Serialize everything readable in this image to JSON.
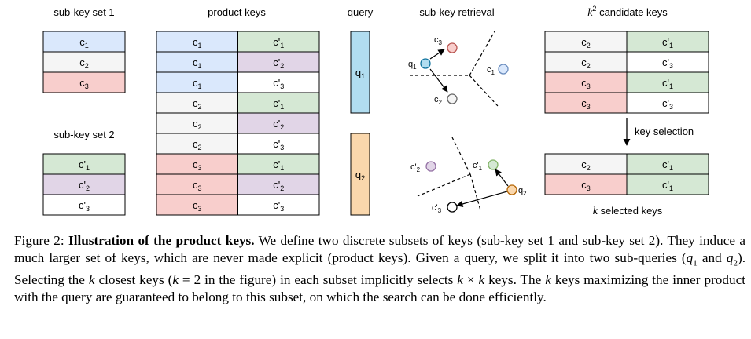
{
  "colors": {
    "blue": "#dae8fc",
    "grey": "#f5f5f5",
    "red": "#f8cecc",
    "green": "#d5e8d4",
    "purple": "#e1d5e7",
    "white": "#ffffff",
    "query1": "#b1ddf0",
    "query2": "#fad7ac",
    "c1_node": "#dae8fc",
    "c1_stroke": "#6c8ebf",
    "c3_node": "#f8cecc",
    "c3_stroke": "#b85450",
    "q1_node": "#b1ddf0",
    "q1_stroke": "#10739e",
    "q2_node": "#fad7ac",
    "q2_stroke": "#b46504",
    "c1p_node": "#d5e8d4",
    "c1p_stroke": "#82b366",
    "c2p_node": "#e1d5e7",
    "c2p_stroke": "#9673a6"
  },
  "headers": {
    "subkey_set_1": "sub-key set 1",
    "product_keys": "product keys",
    "query": "query",
    "subkey_retrieval": "sub-key retrieval",
    "candidate_keys": "candidate keys",
    "subkey_set_2": "sub-key set 2",
    "key_selection": "key selection",
    "selected_keys": "selected keys",
    "k": "k",
    "k2_base": "k",
    "k2_exp": "2"
  },
  "subkey_set_1": [
    {
      "label": "c",
      "sub": "1",
      "prime": "",
      "color": "blue"
    },
    {
      "label": "c",
      "sub": "2",
      "prime": "",
      "color": "grey"
    },
    {
      "label": "c",
      "sub": "3",
      "prime": "",
      "color": "red"
    }
  ],
  "subkey_set_2": [
    {
      "label": "c",
      "sub": "1",
      "prime": "'",
      "color": "green"
    },
    {
      "label": "c",
      "sub": "2",
      "prime": "'",
      "color": "purple"
    },
    {
      "label": "c",
      "sub": "3",
      "prime": "'",
      "color": "white"
    }
  ],
  "product_keys": [
    [
      {
        "label": "c",
        "sub": "1",
        "prime": "",
        "color": "blue"
      },
      {
        "label": "c",
        "sub": "1",
        "prime": "'",
        "color": "green"
      }
    ],
    [
      {
        "label": "c",
        "sub": "1",
        "prime": "",
        "color": "blue"
      },
      {
        "label": "c",
        "sub": "2",
        "prime": "'",
        "color": "purple"
      }
    ],
    [
      {
        "label": "c",
        "sub": "1",
        "prime": "",
        "color": "blue"
      },
      {
        "label": "c",
        "sub": "3",
        "prime": "'",
        "color": "white"
      }
    ],
    [
      {
        "label": "c",
        "sub": "2",
        "prime": "",
        "color": "grey"
      },
      {
        "label": "c",
        "sub": "1",
        "prime": "'",
        "color": "green"
      }
    ],
    [
      {
        "label": "c",
        "sub": "2",
        "prime": "",
        "color": "grey"
      },
      {
        "label": "c",
        "sub": "2",
        "prime": "'",
        "color": "purple"
      }
    ],
    [
      {
        "label": "c",
        "sub": "2",
        "prime": "",
        "color": "grey"
      },
      {
        "label": "c",
        "sub": "3",
        "prime": "'",
        "color": "white"
      }
    ],
    [
      {
        "label": "c",
        "sub": "3",
        "prime": "",
        "color": "red"
      },
      {
        "label": "c",
        "sub": "1",
        "prime": "'",
        "color": "green"
      }
    ],
    [
      {
        "label": "c",
        "sub": "3",
        "prime": "",
        "color": "red"
      },
      {
        "label": "c",
        "sub": "2",
        "prime": "'",
        "color": "purple"
      }
    ],
    [
      {
        "label": "c",
        "sub": "3",
        "prime": "",
        "color": "red"
      },
      {
        "label": "c",
        "sub": "3",
        "prime": "'",
        "color": "white"
      }
    ]
  ],
  "queries": [
    {
      "label": "q",
      "sub": "1",
      "color": "query1"
    },
    {
      "label": "q",
      "sub": "2",
      "color": "query2"
    }
  ],
  "candidate_keys": [
    [
      {
        "label": "c",
        "sub": "2",
        "prime": "",
        "color": "grey"
      },
      {
        "label": "c",
        "sub": "1",
        "prime": "'",
        "color": "green"
      }
    ],
    [
      {
        "label": "c",
        "sub": "2",
        "prime": "",
        "color": "grey"
      },
      {
        "label": "c",
        "sub": "3",
        "prime": "'",
        "color": "white"
      }
    ],
    [
      {
        "label": "c",
        "sub": "3",
        "prime": "",
        "color": "red"
      },
      {
        "label": "c",
        "sub": "1",
        "prime": "'",
        "color": "green"
      }
    ],
    [
      {
        "label": "c",
        "sub": "3",
        "prime": "",
        "color": "red"
      },
      {
        "label": "c",
        "sub": "3",
        "prime": "'",
        "color": "white"
      }
    ]
  ],
  "selected_keys": [
    [
      {
        "label": "c",
        "sub": "2",
        "prime": "",
        "color": "grey"
      },
      {
        "label": "c",
        "sub": "1",
        "prime": "'",
        "color": "green"
      }
    ],
    [
      {
        "label": "c",
        "sub": "3",
        "prime": "",
        "color": "red"
      },
      {
        "label": "c",
        "sub": "1",
        "prime": "'",
        "color": "green"
      }
    ]
  ],
  "retrieval_1": {
    "c3": {
      "label": "c",
      "sub": "3",
      "prime": ""
    },
    "q1": {
      "label": "q",
      "sub": "1",
      "prime": ""
    },
    "c2": {
      "label": "c",
      "sub": "2",
      "prime": ""
    },
    "c1": {
      "label": "c",
      "sub": "1",
      "prime": ""
    }
  },
  "retrieval_2": {
    "c2p": {
      "label": "c",
      "sub": "2",
      "prime": "'"
    },
    "c1p": {
      "label": "c",
      "sub": "1",
      "prime": "'"
    },
    "q2": {
      "label": "q",
      "sub": "2",
      "prime": ""
    },
    "c3p": {
      "label": "c",
      "sub": "3",
      "prime": "'"
    }
  },
  "caption": {
    "prefix": "Figure 2: ",
    "bold": "Illustration of the product keys.",
    "t1": " We define two discrete subsets of keys (sub-key set 1 and sub-key set 2). They induce a much larger set of keys, which are never made explicit (product keys). Given a query, we split it into two sub-queries (",
    "q1": "q",
    "q1sub": "1",
    "and": " and ",
    "q2": "q",
    "q2sub": "2",
    "t2": "). Selecting the ",
    "k1": "k",
    "t3": " closest keys (",
    "k2": "k",
    "eq": " = 2 in the figure) in each subset implicitly selects ",
    "k3": "k",
    "times": " × ",
    "k4": "k",
    "t4": " keys. The ",
    "k5": "k",
    "t5": " keys maximizing the inner product with the query are guaranteed to belong to this subset, on which the search can be done efficiently."
  }
}
